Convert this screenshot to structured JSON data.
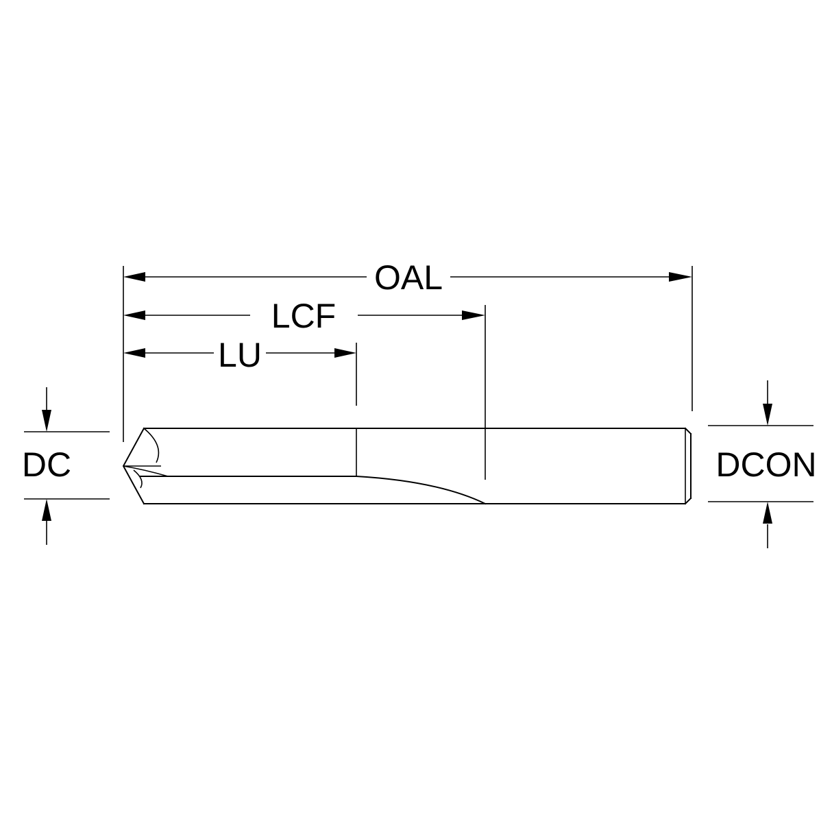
{
  "labels": {
    "oal": "OAL",
    "lcf": "LCF",
    "lu": "LU",
    "dc": "DC",
    "dcon": "DCON"
  },
  "colors": {
    "line": "#000000",
    "background": "#ffffff"
  }
}
